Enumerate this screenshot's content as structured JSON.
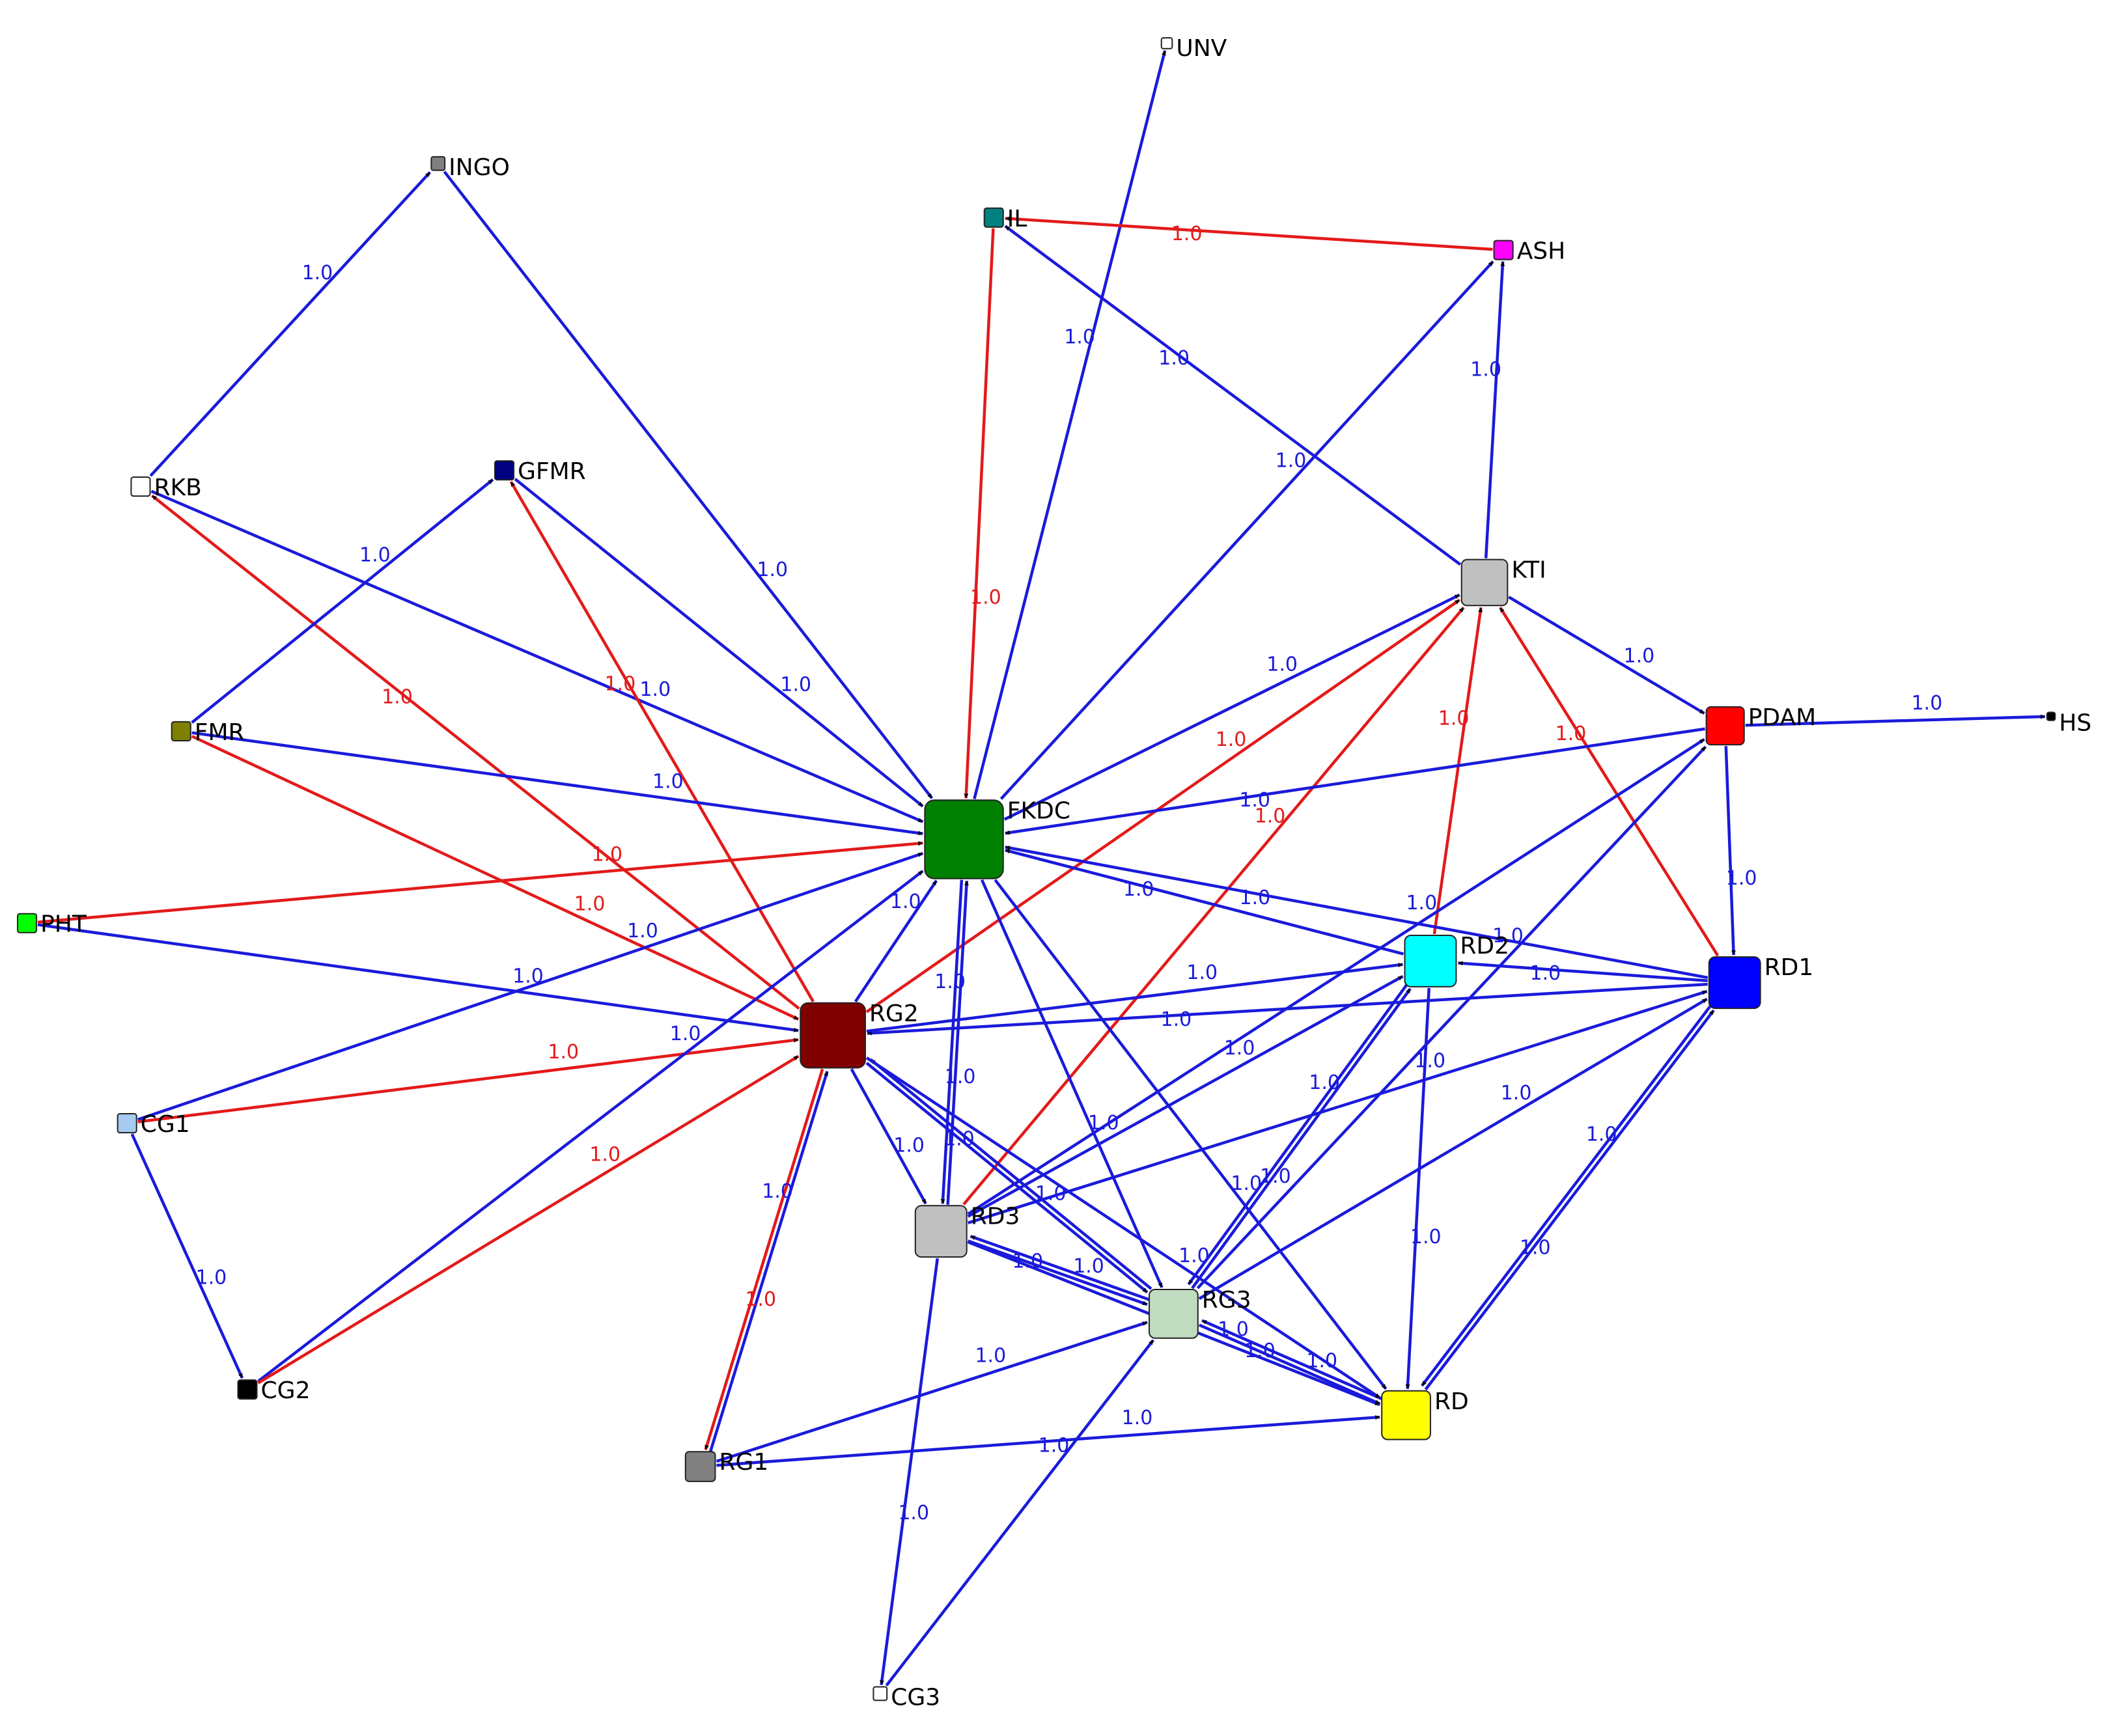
{
  "colors": {
    "positive_edge": "#1a1adb",
    "negative_edge": "#e31a1a",
    "positive_label": "#1a1adb",
    "negative_label": "#e31a1a"
  },
  "nodes": [
    {
      "id": "UNV",
      "label": "UNV",
      "color": "#ffffff"
    },
    {
      "id": "INGO",
      "label": "INGO",
      "color": "#808080"
    },
    {
      "id": "IL",
      "label": "IL",
      "color": "#008080"
    },
    {
      "id": "ASH",
      "label": "ASH",
      "color": "#ff00ff"
    },
    {
      "id": "RKB",
      "label": "RKB",
      "color": "#ffffff"
    },
    {
      "id": "GFMR",
      "label": "GFMR",
      "color": "#000080"
    },
    {
      "id": "KTI",
      "label": "KTI",
      "color": "#c0c0c0"
    },
    {
      "id": "FMR",
      "label": "FMR",
      "color": "#808000"
    },
    {
      "id": "FKDC",
      "label": "FKDC",
      "color": "#008000"
    },
    {
      "id": "PDAM",
      "label": "PDAM",
      "color": "#ff0000"
    },
    {
      "id": "HS",
      "label": "HS",
      "color": "#000000"
    },
    {
      "id": "PHT",
      "label": "PHT",
      "color": "#00ff00"
    },
    {
      "id": "RD2",
      "label": "RD2",
      "color": "#00ffff"
    },
    {
      "id": "RD1",
      "label": "RD1",
      "color": "#0000ff"
    },
    {
      "id": "RG2",
      "label": "RG2",
      "color": "#800000"
    },
    {
      "id": "CG1",
      "label": "CG1",
      "color": "#a6caf0"
    },
    {
      "id": "RD3",
      "label": "RD3",
      "color": "#c0c0c0"
    },
    {
      "id": "RG3",
      "label": "RG3",
      "color": "#c0dcc0"
    },
    {
      "id": "CG2",
      "label": "CG2",
      "color": "#000000"
    },
    {
      "id": "RD",
      "label": "RD",
      "color": "#ffff00"
    },
    {
      "id": "RG1",
      "label": "RG1",
      "color": "#808080"
    },
    {
      "id": "CG3",
      "label": "CG3",
      "color": "#ffffff"
    }
  ],
  "edges": [
    {
      "from": "FKDC",
      "to": "UNV",
      "sign": "positive",
      "label": "1.0"
    },
    {
      "from": "RKB",
      "to": "INGO",
      "sign": "positive",
      "label": "1.0"
    },
    {
      "from": "INGO",
      "to": "FKDC",
      "sign": "positive",
      "label": "1.0"
    },
    {
      "from": "ASH",
      "to": "IL",
      "sign": "negative",
      "label": "1.0"
    },
    {
      "from": "IL",
      "to": "FKDC",
      "sign": "negative",
      "label": "1.0"
    },
    {
      "from": "KTI",
      "to": "IL",
      "sign": "positive",
      "label": "1.0"
    },
    {
      "from": "FKDC",
      "to": "ASH",
      "sign": "positive",
      "label": "1.0"
    },
    {
      "from": "KTI",
      "to": "ASH",
      "sign": "positive",
      "label": "1.0"
    },
    {
      "from": "RKB",
      "to": "FKDC",
      "sign": "positive",
      "label": "1.0"
    },
    {
      "from": "RG2",
      "to": "RKB",
      "sign": "negative",
      "label": "1.0"
    },
    {
      "from": "FMR",
      "to": "GFMR",
      "sign": "positive",
      "label": "1.0"
    },
    {
      "from": "GFMR",
      "to": "FKDC",
      "sign": "positive",
      "label": "1.0"
    },
    {
      "from": "RG2",
      "to": "GFMR",
      "sign": "negative",
      "label": "1.0"
    },
    {
      "from": "FMR",
      "to": "FKDC",
      "sign": "positive",
      "label": "1.0"
    },
    {
      "from": "FMR",
      "to": "RG2",
      "sign": "negative",
      "label": "1.0"
    },
    {
      "from": "PHT",
      "to": "FKDC",
      "sign": "negative",
      "label": "1.0"
    },
    {
      "from": "PHT",
      "to": "RG2",
      "sign": "positive",
      "label": "1.0"
    },
    {
      "from": "CG1",
      "to": "FKDC",
      "sign": "positive",
      "label": "1.0"
    },
    {
      "from": "CG1",
      "to": "RG2",
      "sign": "negative",
      "label": "1.0"
    },
    {
      "from": "CG1",
      "to": "CG2",
      "sign": "positive",
      "label": "1.0"
    },
    {
      "from": "CG2",
      "to": "FKDC",
      "sign": "positive",
      "label": "1.0"
    },
    {
      "from": "CG2",
      "to": "RG2",
      "sign": "negative",
      "label": "1.0"
    },
    {
      "from": "FKDC",
      "to": "KTI",
      "sign": "positive",
      "label": "1.0"
    },
    {
      "from": "RG2",
      "to": "KTI",
      "sign": "negative",
      "label": "1.0"
    },
    {
      "from": "RD3",
      "to": "KTI",
      "sign": "negative",
      "label": "1.0"
    },
    {
      "from": "RD2",
      "to": "KTI",
      "sign": "negative",
      "label": "1.0"
    },
    {
      "from": "RD1",
      "to": "KTI",
      "sign": "negative",
      "label": "1.0"
    },
    {
      "from": "KTI",
      "to": "PDAM",
      "sign": "positive",
      "label": "1.0"
    },
    {
      "from": "PDAM",
      "to": "HS",
      "sign": "positive",
      "label": "1.0"
    },
    {
      "from": "PDAM",
      "to": "FKDC",
      "sign": "positive",
      "label": "1.0"
    },
    {
      "from": "PDAM",
      "to": "RD1",
      "sign": "positive",
      "label": "1.0"
    },
    {
      "from": "RD3",
      "to": "PDAM",
      "sign": "positive",
      "label": "1.0"
    },
    {
      "from": "RG3",
      "to": "PDAM",
      "sign": "positive",
      "label": "1.0"
    },
    {
      "from": "RD1",
      "to": "FKDC",
      "sign": "positive",
      "label": "1.0"
    },
    {
      "from": "RD2",
      "to": "FKDC",
      "sign": "positive",
      "label": "1.0"
    },
    {
      "from": "RD1",
      "to": "RD2",
      "sign": "positive",
      "label": "1.0"
    },
    {
      "from": "RD1",
      "to": "RG2",
      "sign": "positive",
      "label": "1.0"
    },
    {
      "from": "RG2",
      "to": "RD2",
      "sign": "positive",
      "label": "1.0"
    },
    {
      "from": "RD3",
      "to": "RD2",
      "sign": "positive",
      "label": "1.0"
    },
    {
      "from": "RG3",
      "to": "RD2",
      "sign": "positive",
      "label": "1.0"
    },
    {
      "from": "RD2",
      "to": "RD",
      "sign": "positive",
      "label": "1.0"
    },
    {
      "from": "RD3",
      "to": "RD1",
      "sign": "positive",
      "label": "1.0"
    },
    {
      "from": "RG3",
      "to": "RD1",
      "sign": "positive",
      "label": "1.0"
    },
    {
      "from": "RD",
      "to": "RD1",
      "sign": "positive",
      "label": "1.0"
    },
    {
      "from": "FKDC",
      "to": "RD3",
      "sign": "positive",
      "label": "1.0"
    },
    {
      "from": "RD3",
      "to": "FKDC",
      "sign": "positive",
      "label": "1.0"
    },
    {
      "from": "FKDC",
      "to": "RG3",
      "sign": "positive",
      "label": "1.0"
    },
    {
      "from": "FKDC",
      "to": "RD",
      "sign": "positive",
      "label": "1.0"
    },
    {
      "from": "RG2",
      "to": "FKDC",
      "sign": "positive",
      "label": "1.0"
    },
    {
      "from": "RG2",
      "to": "RD3",
      "sign": "positive",
      "label": "1.0"
    },
    {
      "from": "RG2",
      "to": "RG3",
      "sign": "positive",
      "label": "1.0"
    },
    {
      "from": "RG2",
      "to": "RG1",
      "sign": "negative",
      "label": "1.0"
    },
    {
      "from": "RG1",
      "to": "RG2",
      "sign": "positive",
      "label": "1.0"
    },
    {
      "from": "RD3",
      "to": "RG3",
      "sign": "positive",
      "label": "1.0"
    },
    {
      "from": "RG3",
      "to": "RD3",
      "sign": "positive",
      "label": "1.0"
    },
    {
      "from": "RD3",
      "to": "RD",
      "sign": "positive",
      "label": "1.0"
    },
    {
      "from": "RD3",
      "to": "CG3",
      "sign": "positive",
      "label": "1.0"
    },
    {
      "from": "RG3",
      "to": "RD",
      "sign": "positive",
      "label": "1.0"
    },
    {
      "from": "RD",
      "to": "RG3",
      "sign": "positive",
      "label": "1.0"
    },
    {
      "from": "RG1",
      "to": "RG3",
      "sign": "positive",
      "label": "1.0"
    },
    {
      "from": "RG1",
      "to": "RD",
      "sign": "positive",
      "label": "1.0"
    },
    {
      "from": "CG3",
      "to": "RG3",
      "sign": "positive",
      "label": "1.0"
    },
    {
      "from": "RG3",
      "to": "RG2",
      "sign": "positive",
      "label": "1.0"
    },
    {
      "from": "RG2",
      "to": "RD",
      "sign": "positive",
      "label": "1.0"
    },
    {
      "from": "RD1",
      "to": "RD",
      "sign": "positive",
      "label": "1.0"
    },
    {
      "from": "RD2",
      "to": "RG3",
      "sign": "positive",
      "label": "1.0"
    }
  ]
}
